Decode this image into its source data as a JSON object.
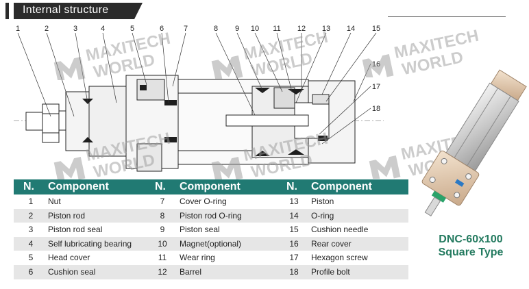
{
  "section_title": "Internal structure",
  "diagram_numbers": [
    "1",
    "2",
    "3",
    "4",
    "5",
    "6",
    "7",
    "8",
    "9",
    "10",
    "11",
    "12",
    "13",
    "14",
    "15",
    "16",
    "17",
    "18"
  ],
  "table": {
    "headers": [
      {
        "n": "N.",
        "component": "Component"
      },
      {
        "n": "N.",
        "component": "Component"
      },
      {
        "n": "N.",
        "component": "Component"
      }
    ],
    "rows": [
      [
        {
          "n": "1",
          "c": "Nut"
        },
        {
          "n": "7",
          "c": "Cover O-ring"
        },
        {
          "n": "13",
          "c": "Piston"
        }
      ],
      [
        {
          "n": "2",
          "c": "Piston rod"
        },
        {
          "n": "8",
          "c": "Piston rod O-ring"
        },
        {
          "n": "14",
          "c": "O-ring"
        }
      ],
      [
        {
          "n": "3",
          "c": "Piston rod seal"
        },
        {
          "n": "9",
          "c": "Piston seal"
        },
        {
          "n": "15",
          "c": "Cushion needle"
        }
      ],
      [
        {
          "n": "4",
          "c": "Self lubricating bearing"
        },
        {
          "n": "10",
          "c": "Magnet(optional)"
        },
        {
          "n": "16",
          "c": "Rear cover"
        }
      ],
      [
        {
          "n": "5",
          "c": "Head cover"
        },
        {
          "n": "11",
          "c": "Wear ring"
        },
        {
          "n": "17",
          "c": "Hexagon screw"
        }
      ],
      [
        {
          "n": "6",
          "c": "Cushion seal"
        },
        {
          "n": "12",
          "c": "Barrel"
        },
        {
          "n": "18",
          "c": "Profile bolt"
        }
      ]
    ]
  },
  "model": {
    "line1": "DNC-60x100",
    "line2": "Square Type"
  },
  "watermark": {
    "line1": "MAXITECH",
    "line2": "WORLD"
  },
  "colors": {
    "header_green": "#217a73",
    "model_green": "#237a5f",
    "banner_dark": "#2b2b2b",
    "row_alt": "#e6e6e6"
  }
}
